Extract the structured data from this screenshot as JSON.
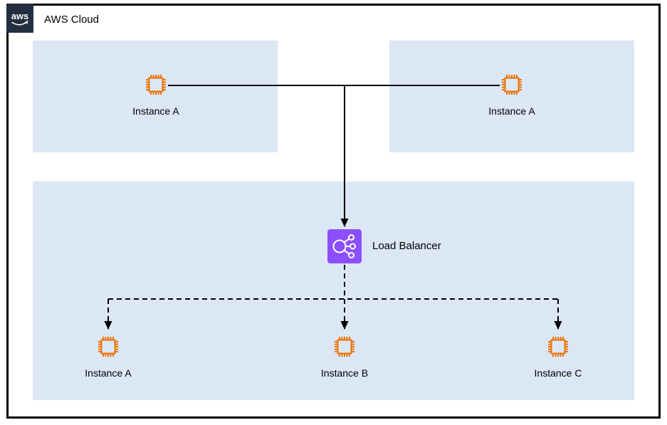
{
  "diagram": {
    "logo_text": "aws",
    "title": "AWS Cloud"
  },
  "nodes": {
    "top_instances": [
      {
        "label": "Instance A"
      },
      {
        "label": "Instance A"
      }
    ],
    "load_balancer": {
      "label": "Load Balancer"
    },
    "bottom_instances": [
      {
        "label": "Instance A"
      },
      {
        "label": "Instance B"
      },
      {
        "label": "Instance C"
      }
    ]
  },
  "icons": {
    "aws_logo": "aws-smile-logo",
    "instance": "ec2-chip-icon",
    "load_balancer": "network-branch-icon"
  },
  "colors": {
    "logo_bg": "#232F3E",
    "group_fill": "#DCE7F5",
    "instance_stroke": "#ED7100",
    "load_balancer_fill": "#8C4FFF",
    "connector": "#000000"
  },
  "connections": {
    "solid": "Instance A (top-left) — Instance A (top-right), branching down to Load Balancer",
    "dashed": "Load Balancer to Instance A, Instance B, Instance C"
  }
}
